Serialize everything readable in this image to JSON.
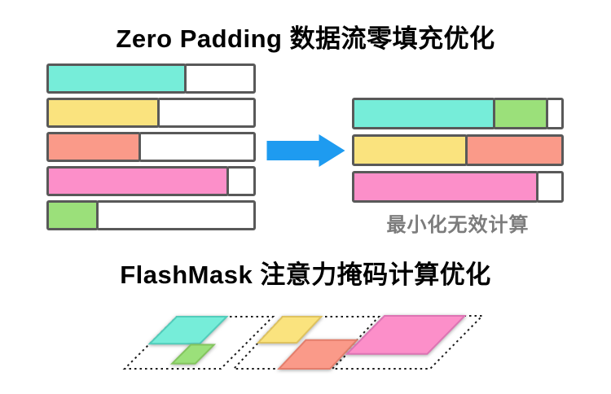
{
  "colors": {
    "bar_border": "#595959",
    "cyan": "#76EDD9",
    "yellow": "#FAE37E",
    "salmon": "#FA9A89",
    "pink": "#FC8FC9",
    "green": "#9BE07A",
    "white": "#FFFFFF",
    "arrow": "#1E9BF0",
    "caption": "#7C7C7C",
    "title": "#000000",
    "dash_outline": "#1A1A1A"
  },
  "zero_padding": {
    "title": "Zero Padding 数据流零填充优化",
    "caption": "最小化无效计算",
    "left_bars": [
      [
        {
          "color": "cyan",
          "frac": 0.67
        },
        {
          "color": "white",
          "frac": 0.33
        }
      ],
      [
        {
          "color": "yellow",
          "frac": 0.54
        },
        {
          "color": "white",
          "frac": 0.46
        }
      ],
      [
        {
          "color": "salmon",
          "frac": 0.45
        },
        {
          "color": "white",
          "frac": 0.55
        }
      ],
      [
        {
          "color": "pink",
          "frac": 0.87
        },
        {
          "color": "white",
          "frac": 0.13
        }
      ],
      [
        {
          "color": "green",
          "frac": 0.25
        },
        {
          "color": "white",
          "frac": 0.75
        }
      ]
    ],
    "right_bars": [
      [
        {
          "color": "cyan",
          "frac": 0.675
        },
        {
          "color": "green",
          "frac": 0.25
        },
        {
          "color": "white",
          "frac": 0.075
        }
      ],
      [
        {
          "color": "yellow",
          "frac": 0.545
        },
        {
          "color": "salmon",
          "frac": 0.455
        }
      ],
      [
        {
          "color": "pink",
          "frac": 0.88
        },
        {
          "color": "white",
          "frac": 0.12
        }
      ]
    ]
  },
  "flashmask": {
    "title": "FlashMask 注意力掩码计算优化",
    "panels": [
      {
        "tl": [
          217,
          389
        ],
        "w": 118,
        "h": 64,
        "s": 64,
        "shapes": [
          {
            "color": "cyan",
            "stroke": "#52CDBB",
            "u0": 0,
            "v0": 0,
            "u1": 0.52,
            "v1": 0.52
          },
          {
            "color": "green",
            "stroke": "#84C55F",
            "u0": 0.44,
            "v0": 0.54,
            "u1": 0.68,
            "v1": 0.9
          }
        ]
      },
      {
        "tl": [
          347,
          389
        ],
        "w": 118,
        "h": 64,
        "s": 60,
        "shapes": [
          {
            "color": "yellow",
            "stroke": "#DFC35F",
            "u0": 0,
            "v0": 0,
            "u1": 0.4,
            "v1": 0.5
          },
          {
            "color": "salmon",
            "stroke": "#E47E6C",
            "u0": 0.47,
            "v0": 0.45,
            "u1": 1,
            "v1": 1
          }
        ]
      },
      {
        "tl": [
          472,
          388
        ],
        "w": 120,
        "h": 65,
        "s": 64,
        "shapes": [
          {
            "color": "pink",
            "stroke": "#DD74B4",
            "u0": 0,
            "v0": 0,
            "u1": 0.82,
            "v1": 0.72
          }
        ]
      }
    ]
  }
}
